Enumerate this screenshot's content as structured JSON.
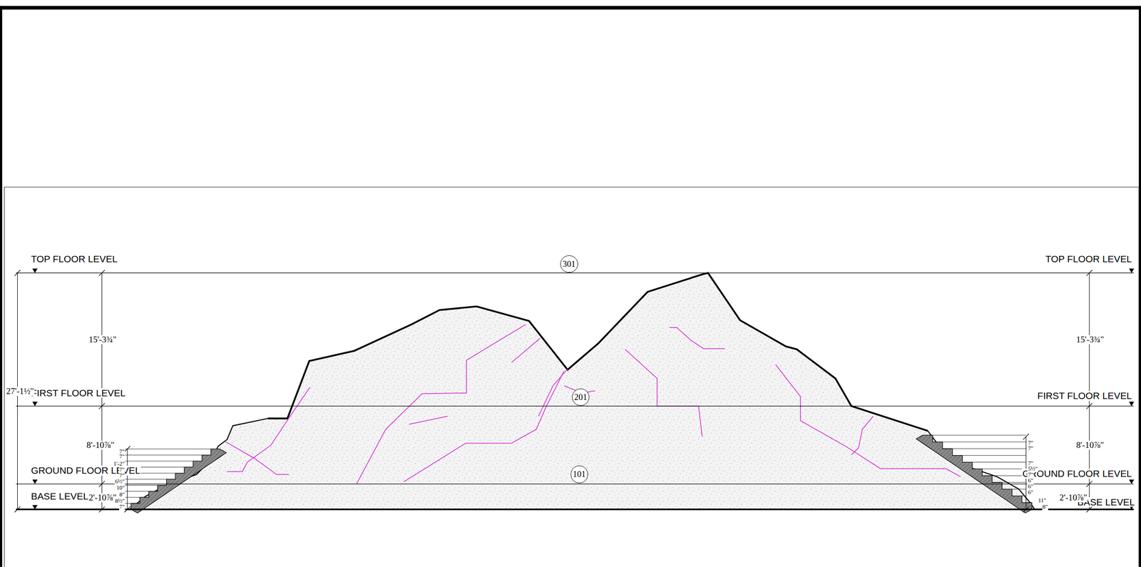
{
  "diagram": {
    "nodes": [
      {
        "text": [
          "301"
        ]
      },
      {
        "text": [
          "201"
        ]
      },
      {
        "text": [
          "101"
        ]
      }
    ],
    "labels": [
      "TOP  FLOOR LEVEL",
      "FIRST FLOOR LEVEL",
      "GROUND  FLOOR LEVEL",
      "BASE LEVEL",
      "TOP  FLOOR LEVEL",
      "FIRST FLOOR LEVEL",
      "GROUND  FLOOR LEVEL",
      "BASE LEVEL",
      "27'-1½\"",
      "15'-3¾\"",
      "8'-10⅞\"",
      "2'-10⅞\"",
      "15'-3¾\"",
      "8'-10⅞\"",
      "2'-10⅞\"",
      "7\"",
      "7\"",
      "1'-2\"",
      "7\"",
      "7\"",
      "6½\"",
      "10\"",
      "8\"",
      "8½\"",
      "7\"",
      "7\"",
      "7\"",
      "7\"",
      "5½\"",
      "7\"",
      "6\"",
      "6\"",
      "6\"",
      "11\"",
      "8\""
    ]
  }
}
